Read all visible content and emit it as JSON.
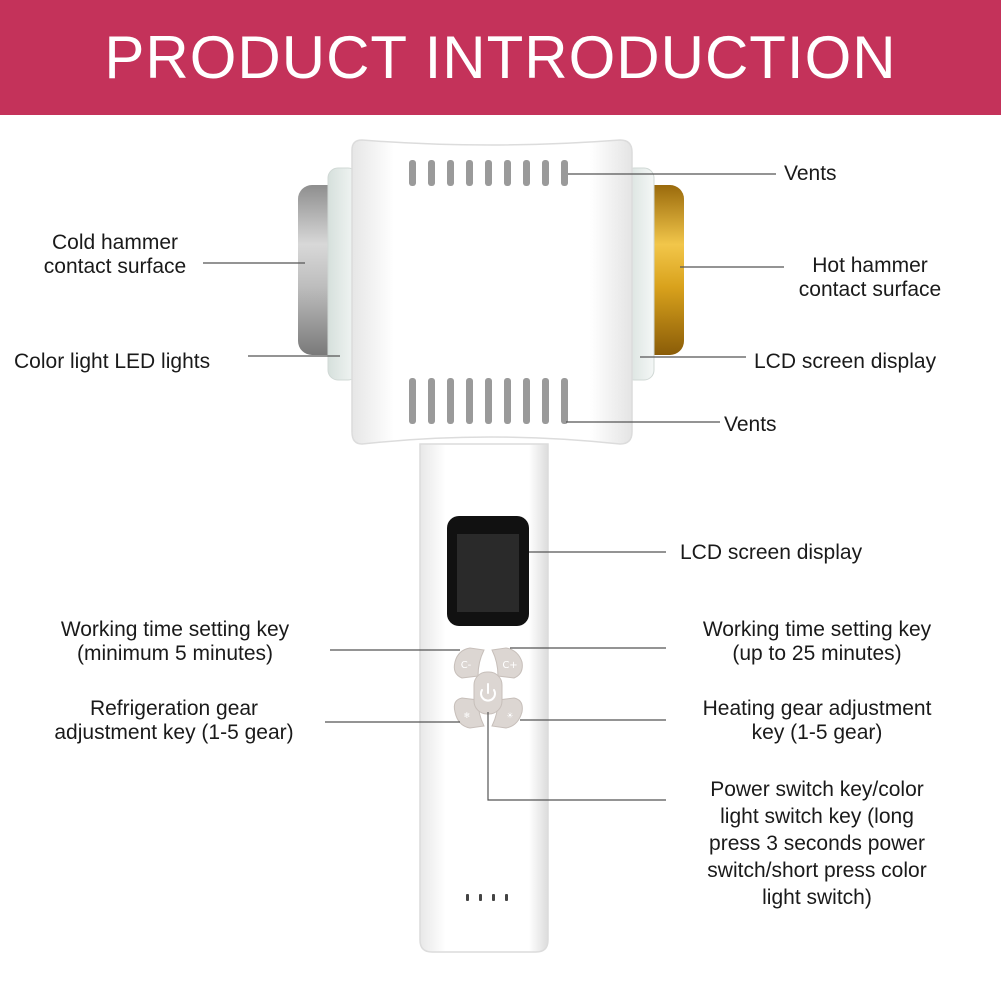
{
  "banner": {
    "title": "PRODUCT INTRODUCTION",
    "color": "#c4325a"
  },
  "device": {
    "body_color": "#ffffff",
    "cold_hammer_color": "#b8b8b8",
    "hot_hammer_color": "#d4a11e",
    "button_color": "#dcd6d2",
    "power_icon": "power-icon",
    "cold_key_icon": "cold-icon",
    "hot_key_icon": "hot-icon",
    "time_down_icon": "clock-minus-icon",
    "time_up_icon": "clock-plus-icon"
  },
  "labels": {
    "vents_top": "Vents",
    "cold_hammer_line1": "Cold hammer",
    "cold_hammer_line2": "contact surface",
    "hot_hammer_line1": "Hot hammer",
    "hot_hammer_line2": "contact surface",
    "color_led": "Color light LED lights",
    "lcd_top": "LCD screen display",
    "vents_bottom": "Vents",
    "lcd_handle": "LCD screen display",
    "time_key_min_line1": "Working time setting key",
    "time_key_min_line2": "(minimum 5 minutes)",
    "time_key_max_line1": "Working time setting key",
    "time_key_max_line2": "(up to 25 minutes)",
    "refrig_line1": "Refrigeration gear",
    "refrig_line2": "adjustment key (1-5 gear)",
    "heat_line1": "Heating gear adjustment",
    "heat_line2": "key (1-5 gear)",
    "power_line1": "Power switch key/color",
    "power_line2": "light switch key (long",
    "power_line3": "press 3 seconds power",
    "power_line4": "switch/short press color",
    "power_line5": "light switch)"
  }
}
